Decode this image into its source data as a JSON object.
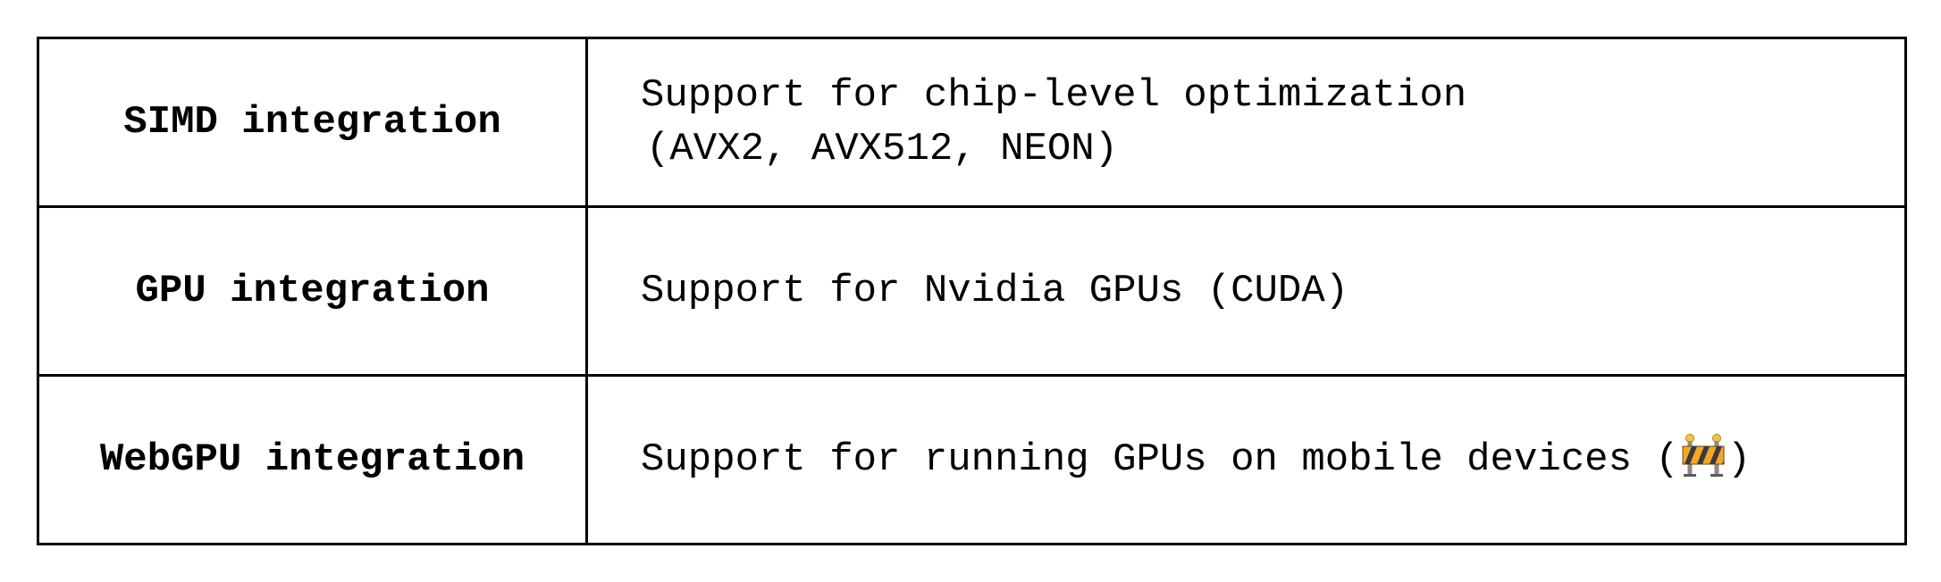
{
  "rows": [
    {
      "name": "SIMD integration",
      "description_lines": [
        "Support for chip-level optimization",
        "(AVX2, AVX512, NEON)"
      ]
    },
    {
      "name": "GPU integration",
      "description": "Support for Nvidia GPUs (CUDA)"
    },
    {
      "name": "WebGPU integration",
      "description_before_icon": "Support for running GPUs on mobile devices (",
      "icon": "construction-barrier-icon",
      "description_after_icon": ")"
    }
  ],
  "colors": {
    "border": "#000000",
    "text": "#000000",
    "background": "#ffffff",
    "barrier_orange": "#f4a62a",
    "barrier_stripe": "#3a3a3a",
    "lamp": "#f2c443"
  }
}
